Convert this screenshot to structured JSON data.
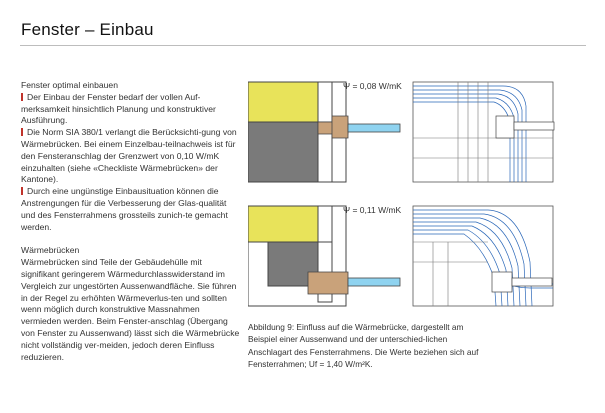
{
  "title": "Fenster – Einbau",
  "section1": {
    "heading": "Fenster optimal einbauen",
    "bullets": [
      "Der Einbau der Fenster bedarf der vollen Auf-merksamkeit hinsichtlich Planung und konstruktiver Ausführung.",
      "Die Norm SIA 380/1 verlangt die Berücksichti-gung von Wärmebrücken. Bei einem Einzelbau-teilnachweis ist für den Fensteranschlag der Grenzwert von 0,10 W/mK einzuhalten (siehe «Checkliste Wärmebrücken» der Kantone).",
      "Durch eine ungünstige Einbausituation können die Anstrengungen für die Verbesserung der Glas-qualität und des Fensterrahmens grossteils zunich-te gemacht werden."
    ]
  },
  "section2": {
    "heading": "Wärmebrücken",
    "text": "Wärmebrücken sind Teile der Gebäudehülle mit signifikant geringerem Wärmedurchlasswiderstand im Vergleich zur ungestörten Aussenwandfläche. Sie führen in der Regel zu erhöhten Wärmeverlus-ten und sollten wenn möglich durch konstruktive Massnahmen vermieden werden. Beim Fenster-anschlag (Übergang von Fenster zu Aussenwand) lässt sich die Wärmebrücke nicht vollständig ver-meiden, jedoch deren Einfluss reduzieren."
  },
  "figure": {
    "top_value": "Ψ = 0,08 W/mK",
    "bottom_value": "Ψ = 0,11 W/mK",
    "caption": "Abbildung 9: Einfluss auf die Wärmebrücke, dargestellt am Beispiel einer Aussenwand und der unterschied-lichen Anschlagart des Fensterrahmens. Die Werte beziehen sich auf Fensterrahmen; Uf = 1,40 W/m²K.",
    "colors": {
      "insulation": "#e8e35a",
      "masonry": "#7a7a7a",
      "frame": "#c9a27a",
      "glass": "#8fd3f0",
      "isotherm": "#2a67b8"
    }
  }
}
